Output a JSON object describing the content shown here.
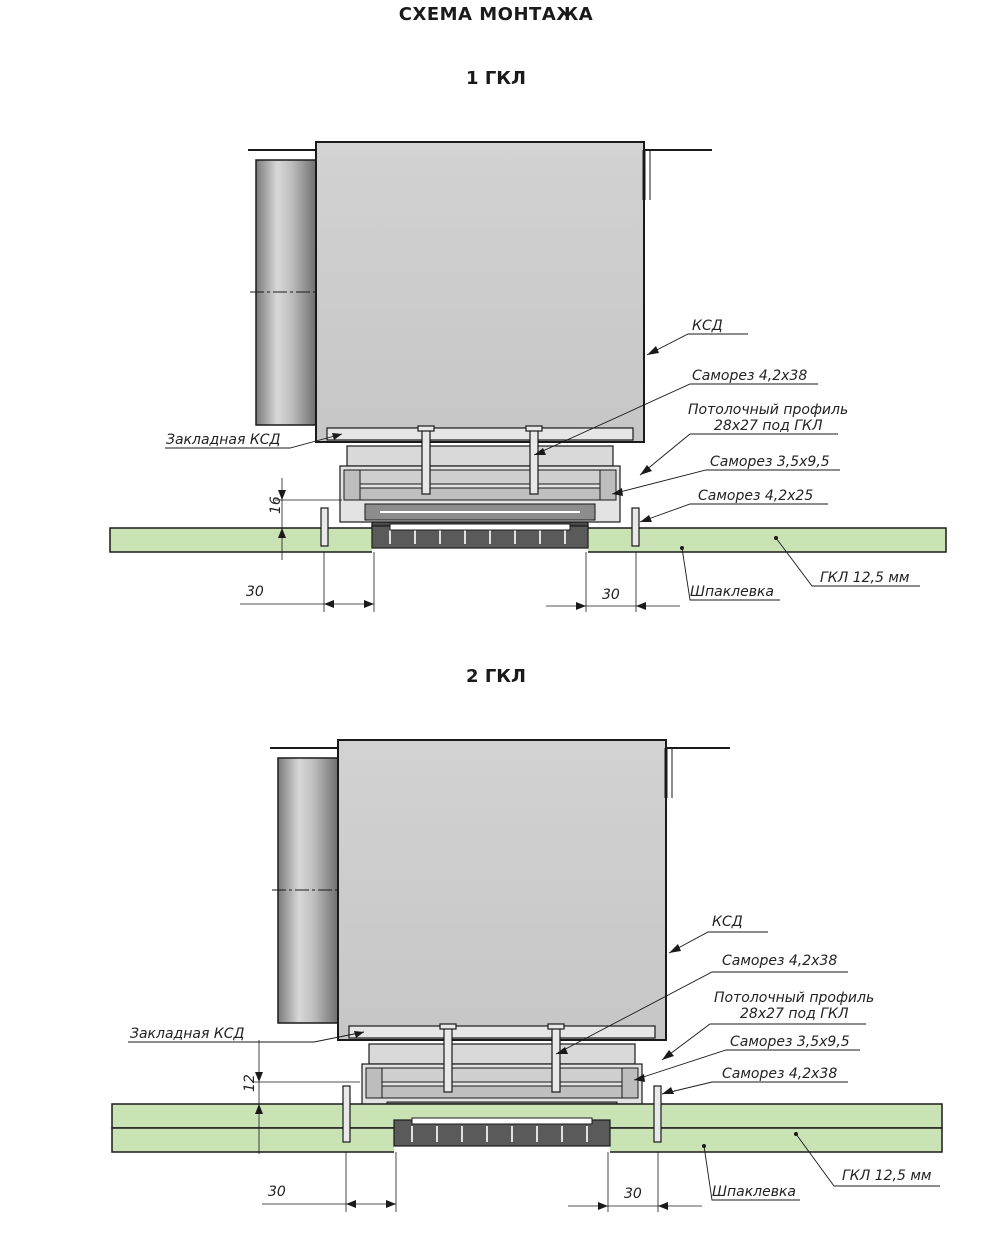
{
  "title": "СХЕМА МОНТАЖА",
  "variants": [
    {
      "heading": "1 ГКЛ",
      "labels": {
        "ksd": "КСД",
        "screw_long": "Саморез 4,2х38",
        "profile_line1": "Потолочный профиль",
        "profile_line2": "28х27 под ГКЛ",
        "screw_small": "Саморез 3,5х9,5",
        "screw_mid": "Саморез 4,2х25",
        "embedded": "Закладная КСД",
        "putty": "Шпаклевка",
        "gkl": "ГКЛ 12,5 мм"
      },
      "dims": {
        "height": "16",
        "left": "30",
        "right": "30"
      }
    },
    {
      "heading": "2 ГКЛ",
      "labels": {
        "ksd": "КСД",
        "screw_long": "Саморез 4,2х38",
        "profile_line1": "Потолочный профиль",
        "profile_line2": "28х27 под ГКЛ",
        "screw_small": "Саморез 3,5х9,5",
        "screw_mid": "Саморез 4,2х38",
        "embedded": "Закладная КСД",
        "putty": "Шпаклевка",
        "gkl": "ГКЛ 12,5 мм"
      },
      "dims": {
        "height": "12",
        "left": "30",
        "right": "30"
      }
    }
  ],
  "colors": {
    "box": "#cfcfcf",
    "box_side": "#9a9a9a",
    "gkl": "#c9e3b4",
    "line": "#1a1a1a"
  }
}
